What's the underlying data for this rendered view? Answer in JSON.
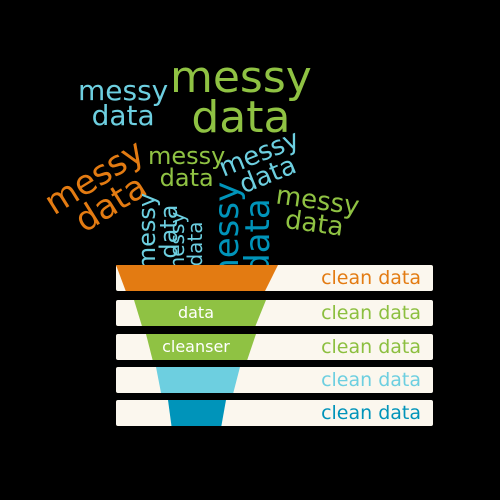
{
  "colors": {
    "background": "#000000",
    "orange": "#e37b12",
    "light_green": "#8fc243",
    "green_text": "#8cbf3f",
    "light_blue": "#6dcfe0",
    "teal": "#0094ba",
    "bar_fill": "#fbf7ee"
  },
  "messy_words": [
    {
      "word1": "messy",
      "word2": "data"
    },
    {
      "word1": "messy",
      "word2": "data"
    },
    {
      "word1": "messy",
      "word2": "data"
    },
    {
      "word1": "messy",
      "word2": "data"
    },
    {
      "word1": "messy",
      "word2": "data"
    },
    {
      "word1": "messy",
      "word2": "data"
    },
    {
      "word1": "messy",
      "word2": "data"
    },
    {
      "word1": "messy",
      "word2": "data"
    },
    {
      "word1": "messy",
      "word2": "data"
    }
  ],
  "funnel": {
    "band_labels": [
      "data",
      "cleanser"
    ],
    "rows": [
      {
        "label": "clean data",
        "color": "#e37b12"
      },
      {
        "label": "clean data",
        "color": "#8cbf3f"
      },
      {
        "label": "clean data",
        "color": "#8cbf3f"
      },
      {
        "label": "clean data",
        "color": "#6dcfe0"
      },
      {
        "label": "clean data",
        "color": "#0094ba"
      }
    ]
  }
}
